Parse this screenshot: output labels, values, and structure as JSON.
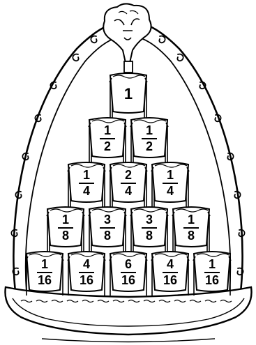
{
  "rows": [
    {
      "numerators": [
        1
      ],
      "denominator": 1
    },
    {
      "numerators": [
        1,
        1
      ],
      "denominator": 2
    },
    {
      "numerators": [
        1,
        2,
        1
      ],
      "denominator": 4
    },
    {
      "numerators": [
        1,
        3,
        3,
        1
      ],
      "denominator": 8
    },
    {
      "numerators": [
        1,
        4,
        6,
        4,
        1
      ],
      "denominator": 16
    }
  ],
  "colors": {
    "ink": "#000000",
    "paper": "#ffffff"
  },
  "icons": [
    "fountain-head-icon",
    "scroll-ornament-icon"
  ]
}
